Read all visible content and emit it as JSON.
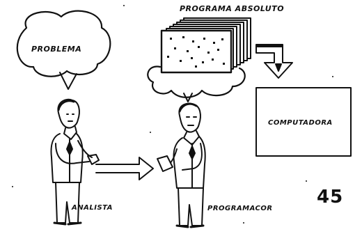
{
  "labels": {
    "program_title": "PROGRAMA ABSOLUTO",
    "problem": "PROBLEMA",
    "computer": "COMPUTADORA",
    "analyst": "ANALISTA",
    "programmer": "PROGRAMACOR",
    "page_number": "45"
  },
  "colors": {
    "ink": "#111111",
    "paper": "#ffffff"
  }
}
